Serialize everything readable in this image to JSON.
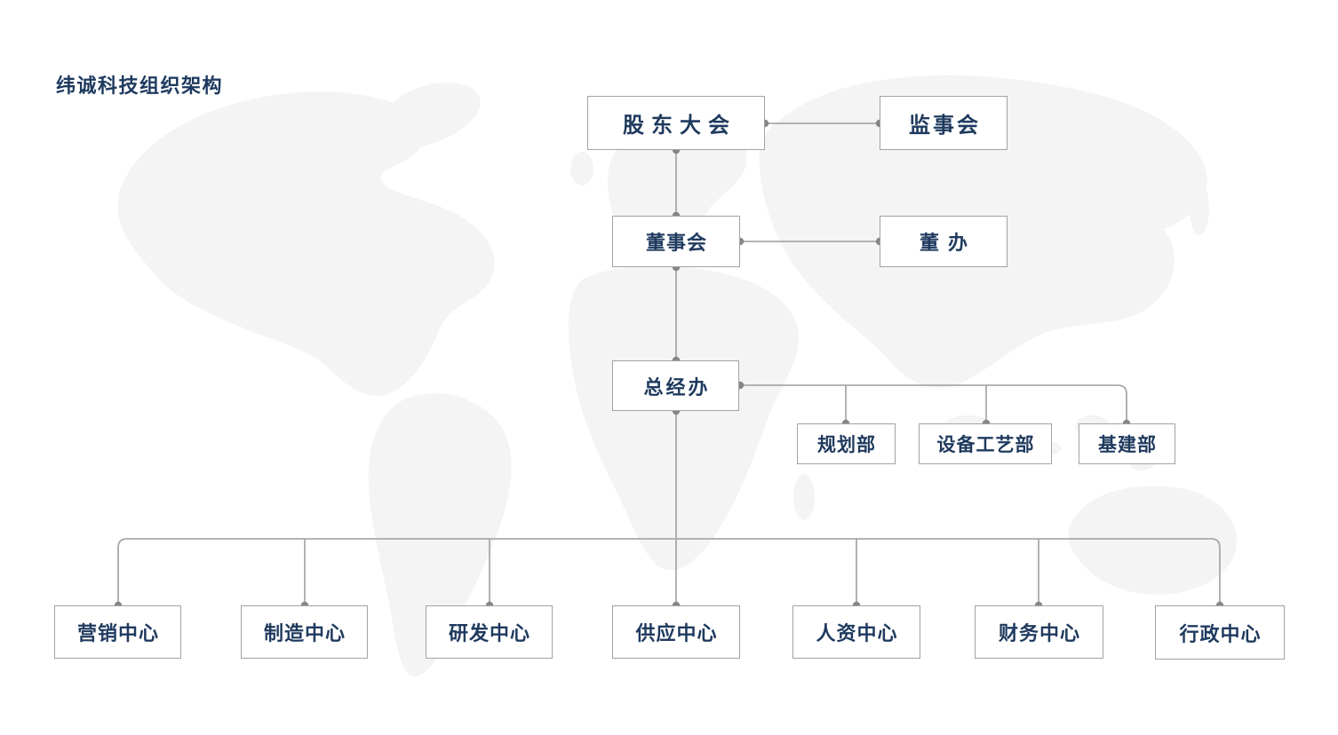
{
  "page": {
    "title": "纬诚科技组织架构",
    "company": "纬诚科技"
  },
  "colors": {
    "text_navy": "#1f3a5e",
    "box_border": "#a3a3a3",
    "connector_line": "#a9a9a9",
    "connector_dot": "#868686",
    "map_watermark": "#f4f4f4",
    "background": "#ffffff"
  },
  "org": {
    "nodes": [
      {
        "id": "shareholders-meeting",
        "label": "股东大会",
        "level": 1,
        "parent": null
      },
      {
        "id": "supervisory-board",
        "label": "监事会",
        "level": 1,
        "parent": "股东大会",
        "relation": "lateral"
      },
      {
        "id": "board-of-directors",
        "label": "董事会",
        "level": 2,
        "parent": "股东大会",
        "relation": "reports"
      },
      {
        "id": "board-office",
        "label": "董办",
        "level": 2,
        "parent": "董事会",
        "relation": "lateral"
      },
      {
        "id": "gm-office",
        "label": "总经办",
        "level": 3,
        "parent": "董事会",
        "relation": "reports"
      },
      {
        "id": "planning-dept",
        "label": "规划部",
        "level": 4,
        "parent": "总经办",
        "relation": "side-branch"
      },
      {
        "id": "equipment-process-dept",
        "label": "设备工艺部",
        "level": 4,
        "parent": "总经办",
        "relation": "side-branch"
      },
      {
        "id": "infrastructure-dept",
        "label": "基建部",
        "level": 4,
        "parent": "总经办",
        "relation": "side-branch"
      },
      {
        "id": "marketing-center",
        "label": "营销中心",
        "level": 5,
        "parent": "总经办",
        "relation": "reports"
      },
      {
        "id": "manufacturing-center",
        "label": "制造中心",
        "level": 5,
        "parent": "总经办",
        "relation": "reports"
      },
      {
        "id": "rd-center",
        "label": "研发中心",
        "level": 5,
        "parent": "总经办",
        "relation": "reports"
      },
      {
        "id": "supply-center",
        "label": "供应中心",
        "level": 5,
        "parent": "总经办",
        "relation": "reports"
      },
      {
        "id": "hr-center",
        "label": "人资中心",
        "level": 5,
        "parent": "总经办",
        "relation": "reports"
      },
      {
        "id": "finance-center",
        "label": "财务中心",
        "level": 5,
        "parent": "总经办",
        "relation": "reports"
      },
      {
        "id": "admin-center",
        "label": "行政中心",
        "level": 5,
        "parent": "总经办",
        "relation": "reports"
      }
    ],
    "edges": [
      {
        "from": "股东大会",
        "to": "监事会",
        "type": "lateral"
      },
      {
        "from": "股东大会",
        "to": "董事会",
        "type": "reports"
      },
      {
        "from": "董事会",
        "to": "董办",
        "type": "lateral"
      },
      {
        "from": "董事会",
        "to": "总经办",
        "type": "reports"
      },
      {
        "from": "总经办",
        "to": "规划部",
        "type": "side-branch"
      },
      {
        "from": "总经办",
        "to": "设备工艺部",
        "type": "side-branch"
      },
      {
        "from": "总经办",
        "to": "基建部",
        "type": "side-branch"
      },
      {
        "from": "总经办",
        "to": "营销中心",
        "type": "reports"
      },
      {
        "from": "总经办",
        "to": "制造中心",
        "type": "reports"
      },
      {
        "from": "总经办",
        "to": "研发中心",
        "type": "reports"
      },
      {
        "from": "总经办",
        "to": "供应中心",
        "type": "reports"
      },
      {
        "from": "总经办",
        "to": "人资中心",
        "type": "reports"
      },
      {
        "from": "总经办",
        "to": "财务中心",
        "type": "reports"
      },
      {
        "from": "总经办",
        "to": "行政中心",
        "type": "reports"
      }
    ]
  }
}
